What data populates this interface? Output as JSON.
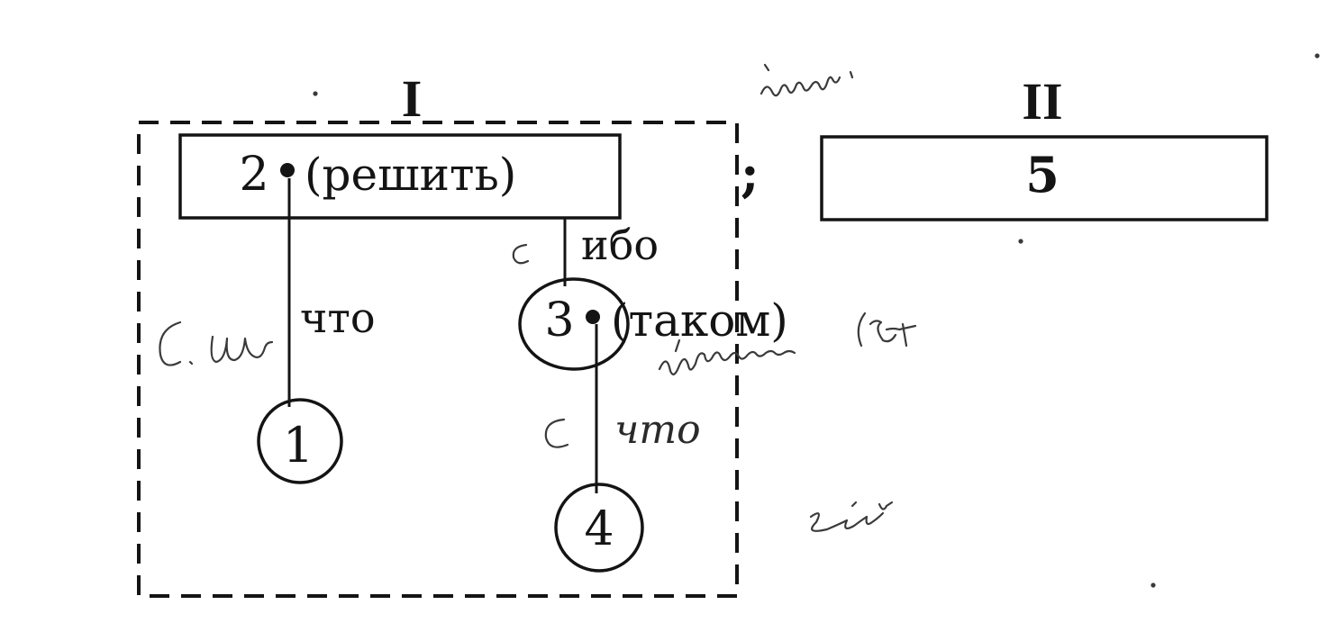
{
  "clause_I": {
    "label": "I",
    "main_node": {
      "number": "2",
      "word": "(решить)"
    },
    "conjunction_right": "ибо",
    "conjunction_left": "что",
    "subordinate_node": {
      "number": "3",
      "word": "(таком)"
    },
    "conjunction_lower": "что",
    "leaf_left": {
      "number": "1"
    },
    "leaf_lower": {
      "number": "4"
    }
  },
  "separator": ";",
  "clause_II": {
    "label": "II",
    "node": {
      "number": "5"
    }
  }
}
